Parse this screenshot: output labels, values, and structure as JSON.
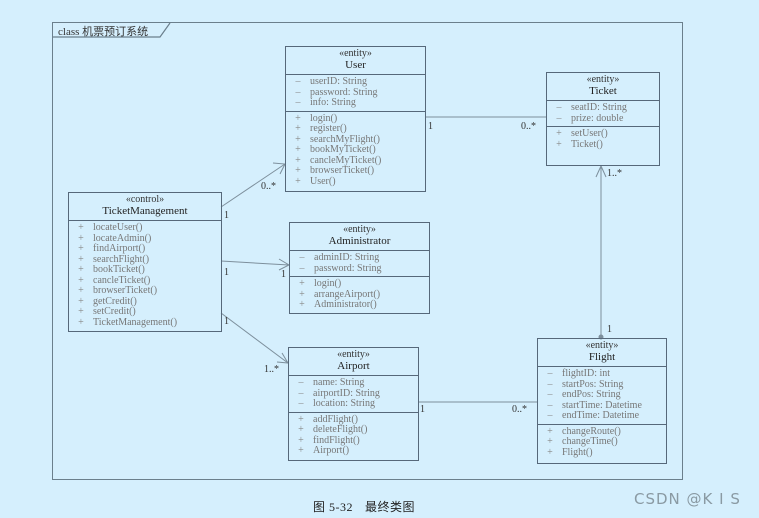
{
  "frame": {
    "title": "class 机票预订系统"
  },
  "colors": {
    "background": "#d5effd",
    "line": "#56687a",
    "text_muted": "#777777"
  },
  "classes": {
    "user": {
      "stereotype": "«entity»",
      "name": "User",
      "attributes": [
        {
          "vis": "–",
          "text": "userID: String"
        },
        {
          "vis": "–",
          "text": "password: String"
        },
        {
          "vis": "–",
          "text": "info: String"
        }
      ],
      "operations": [
        {
          "vis": "+",
          "text": "login()"
        },
        {
          "vis": "+",
          "text": "register()"
        },
        {
          "vis": "+",
          "text": "searchMyFlight()"
        },
        {
          "vis": "+",
          "text": "bookMyTicket()"
        },
        {
          "vis": "+",
          "text": "cancleMyTicket()"
        },
        {
          "vis": "+",
          "text": "browserTicket()"
        },
        {
          "vis": "+",
          "text": "User()"
        }
      ]
    },
    "ticket": {
      "stereotype": "«entity»",
      "name": "Ticket",
      "attributes": [
        {
          "vis": "–",
          "text": "seatID: String"
        },
        {
          "vis": "–",
          "text": "prize: double"
        }
      ],
      "operations": [
        {
          "vis": "+",
          "text": "setUser()"
        },
        {
          "vis": "+",
          "text": "Ticket()"
        }
      ]
    },
    "ticket_management": {
      "stereotype": "«control»",
      "name": "TicketManagement",
      "operations": [
        {
          "vis": "+",
          "text": "locateUser()"
        },
        {
          "vis": "+",
          "text": "locateAdmin()"
        },
        {
          "vis": "+",
          "text": "findAirport()"
        },
        {
          "vis": "+",
          "text": "searchFlight()"
        },
        {
          "vis": "+",
          "text": "bookTicket()"
        },
        {
          "vis": "+",
          "text": "cancleTicket()"
        },
        {
          "vis": "+",
          "text": "browserTicket()"
        },
        {
          "vis": "+",
          "text": "getCredit()"
        },
        {
          "vis": "+",
          "text": "setCredit()"
        },
        {
          "vis": "+",
          "text": "TicketManagement()"
        }
      ]
    },
    "administrator": {
      "stereotype": "«entity»",
      "name": "Administrator",
      "attributes": [
        {
          "vis": "–",
          "text": "adminID: String"
        },
        {
          "vis": "–",
          "text": "password: String"
        }
      ],
      "operations": [
        {
          "vis": "+",
          "text": "login()"
        },
        {
          "vis": "+",
          "text": "arrangeAirport()"
        },
        {
          "vis": "+",
          "text": "Administrator()"
        }
      ]
    },
    "airport": {
      "stereotype": "«entity»",
      "name": "Airport",
      "attributes": [
        {
          "vis": "–",
          "text": "name: String"
        },
        {
          "vis": "–",
          "text": "airportID: String"
        },
        {
          "vis": "–",
          "text": "location: String"
        }
      ],
      "operations": [
        {
          "vis": "+",
          "text": "addFlight()"
        },
        {
          "vis": "+",
          "text": "deleteFlight()"
        },
        {
          "vis": "+",
          "text": "findFlight()"
        },
        {
          "vis": "+",
          "text": "Airport()"
        }
      ]
    },
    "flight": {
      "stereotype": "«entity»",
      "name": "Flight",
      "attributes": [
        {
          "vis": "–",
          "text": "flightID: int"
        },
        {
          "vis": "–",
          "text": "startPos: String"
        },
        {
          "vis": "–",
          "text": "endPos: String"
        },
        {
          "vis": "–",
          "text": "startTime: Datetime"
        },
        {
          "vis": "–",
          "text": "endTime: Datetime"
        }
      ],
      "operations": [
        {
          "vis": "+",
          "text": "changeRoute()"
        },
        {
          "vis": "+",
          "text": "changeTime()"
        },
        {
          "vis": "+",
          "text": "Flight()"
        }
      ]
    }
  },
  "associations": [
    {
      "from": "TicketManagement",
      "to": "User",
      "from_mult": "1",
      "to_mult": "0..*",
      "navigable": true
    },
    {
      "from": "TicketManagement",
      "to": "Administrator",
      "from_mult": "1",
      "to_mult": "1",
      "navigable": true
    },
    {
      "from": "TicketManagement",
      "to": "Airport",
      "from_mult": "1",
      "to_mult": "1..*",
      "navigable": true
    },
    {
      "from": "User",
      "to": "Ticket",
      "from_mult": "1",
      "to_mult": "0..*",
      "navigable": false
    },
    {
      "from": "Airport",
      "to": "Flight",
      "from_mult": "1",
      "to_mult": "0..*",
      "navigable": false
    },
    {
      "from": "Flight",
      "to": "Ticket",
      "from_mult": "1",
      "to_mult": "1..*",
      "navigable": true
    }
  ],
  "caption": {
    "number": "图 5-32",
    "text": "最终类图"
  },
  "watermark": "CSDN @K I S"
}
